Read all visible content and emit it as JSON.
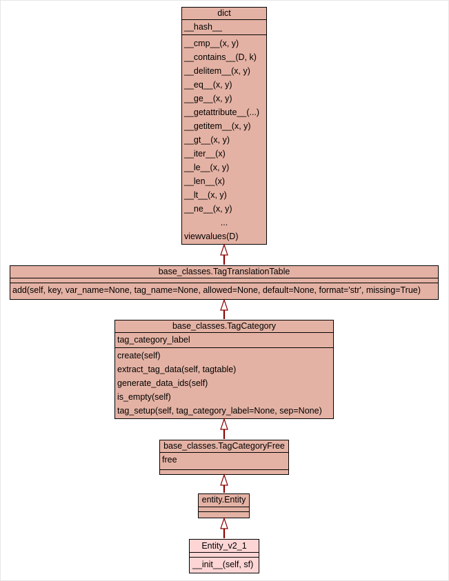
{
  "classes": {
    "dict": {
      "name": "dict",
      "attributes": [
        "__hash__"
      ],
      "methods": [
        "__cmp__(x, y)",
        "__contains__(D, k)",
        "__delitem__(x, y)",
        "__eq__(x, y)",
        "__ge__(x, y)",
        "__getattribute__(...)",
        "__getitem__(x, y)",
        "__gt__(x, y)",
        "__iter__(x)",
        "__le__(x, y)",
        "__len__(x)",
        "__lt__(x, y)",
        "__ne__(x, y)",
        "...",
        "viewvalues(D)"
      ]
    },
    "tag_translation_table": {
      "name": "base_classes.TagTranslationTable",
      "attributes": [],
      "methods": [
        "add(self, key, var_name=None, tag_name=None, allowed=None, default=None, format='str', missing=True)"
      ]
    },
    "tag_category": {
      "name": "base_classes.TagCategory",
      "attributes": [
        "tag_category_label"
      ],
      "methods": [
        "create(self)",
        "extract_tag_data(self, tagtable)",
        "generate_data_ids(self)",
        "is_empty(self)",
        "tag_setup(self, tag_category_label=None, sep=None)"
      ]
    },
    "tag_category_free": {
      "name": "base_classes.TagCategoryFree",
      "attributes": [
        "free"
      ],
      "methods": []
    },
    "entity": {
      "name": "entity.Entity",
      "attributes": [],
      "methods": []
    },
    "entity_v2_1": {
      "name": "Entity_v2_1",
      "attributes": [],
      "methods": [
        "__init__(self, sf)"
      ]
    }
  },
  "colors": {
    "class_fill": "#e4b2a4",
    "leaf_fill": "#fdd5d5",
    "edge": "#8b0000"
  }
}
